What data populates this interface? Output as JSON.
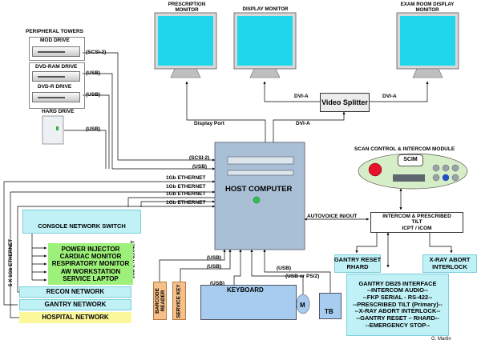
{
  "monitors": {
    "prescription": "PRESCRIPTION\nMONITOR",
    "display": "DISPLAY MONITOR",
    "exam_room": "EXAM ROOM DISPLAY\nMONITOR"
  },
  "peripheral_towers": {
    "title": "PERIPHERAL TOWERS",
    "drives": [
      {
        "name": "MOD DRIVE",
        "link": "(SCSI-2)"
      },
      {
        "name": "DVD-RAM DRIVE",
        "link": "(USB)"
      },
      {
        "name": "DVD-R DRIVE",
        "link": "(USB)"
      },
      {
        "name": "HARD DRIVE",
        "link": "(USB)"
      }
    ]
  },
  "video": {
    "splitter": "Video Splitter",
    "dvi_a": "DVI-A",
    "display_port": "Display Port"
  },
  "host": {
    "title": "HOST COMPUTER",
    "inputs": [
      "(SCSI-2)",
      "(USB)",
      "1Gb ETHERNET",
      "1Gb ETHERNET",
      "1Gb ETHERNET",
      "1Gb ETHERNET"
    ],
    "autovoice": "AUTOVOICE IN/OUT"
  },
  "scim": {
    "module_title": "SCAN CONTROL & INTERCOM MODULE",
    "badge": "SCIM"
  },
  "intercom": {
    "title": "INTERCOM & PRESCRIBED\nTILT",
    "subtitle": "ICPT / ICOM"
  },
  "gantry_reset": "GANTRY RESET\nRHARD",
  "xray_abort": "X-RAY ABORT\nINTERLOCK",
  "gantry_db25": "GANTRY DB25 INTERFACE\n--INTERCOM AUDIO--\n--FKP SERIAL - RS-422--\n--PRESCRIBED TILT (Primary)--\n--X-RAY ABORT INTERLOCK--\n--GANTRY RESET – RHARD--\n--EMERGENCY STOP--",
  "switch": {
    "title": "CONSOLE NETWORK SWITCH",
    "uplink": "1Gb ETHERNET",
    "ports_label": "5 X 1Gb ETHERNET"
  },
  "devices": "POWER INJECTOR\nCARDIAC MONITOR\nRESPIRATORY MONITOR\nAW WORKSTATION\nSERVICE LAPTOP",
  "networks": {
    "recon": "RECON NETWORK",
    "gantry": "GANTRY NETWORK",
    "hospital": "HOSPITAL NETWORK"
  },
  "peripherals": {
    "barcode": "BARCODE\nREADER",
    "service_key": "SERVICE KEY",
    "keyboard": "KEYBOARD",
    "mouse": "M",
    "trackball": "TB",
    "usb": "(USB)",
    "usb_ps2": "(USB or PS/2)"
  },
  "credit": "G. Martin",
  "colors": {
    "screen": "#1fd6ec",
    "cyan_box": "#bff1f7",
    "green_box": "#9df07a",
    "yellow_box": "#fbf79b",
    "tower": "#a8bfd6",
    "orange": "#f6c08a",
    "keyboard_panel": "#a7ccef",
    "scim": "#d6eec8"
  }
}
